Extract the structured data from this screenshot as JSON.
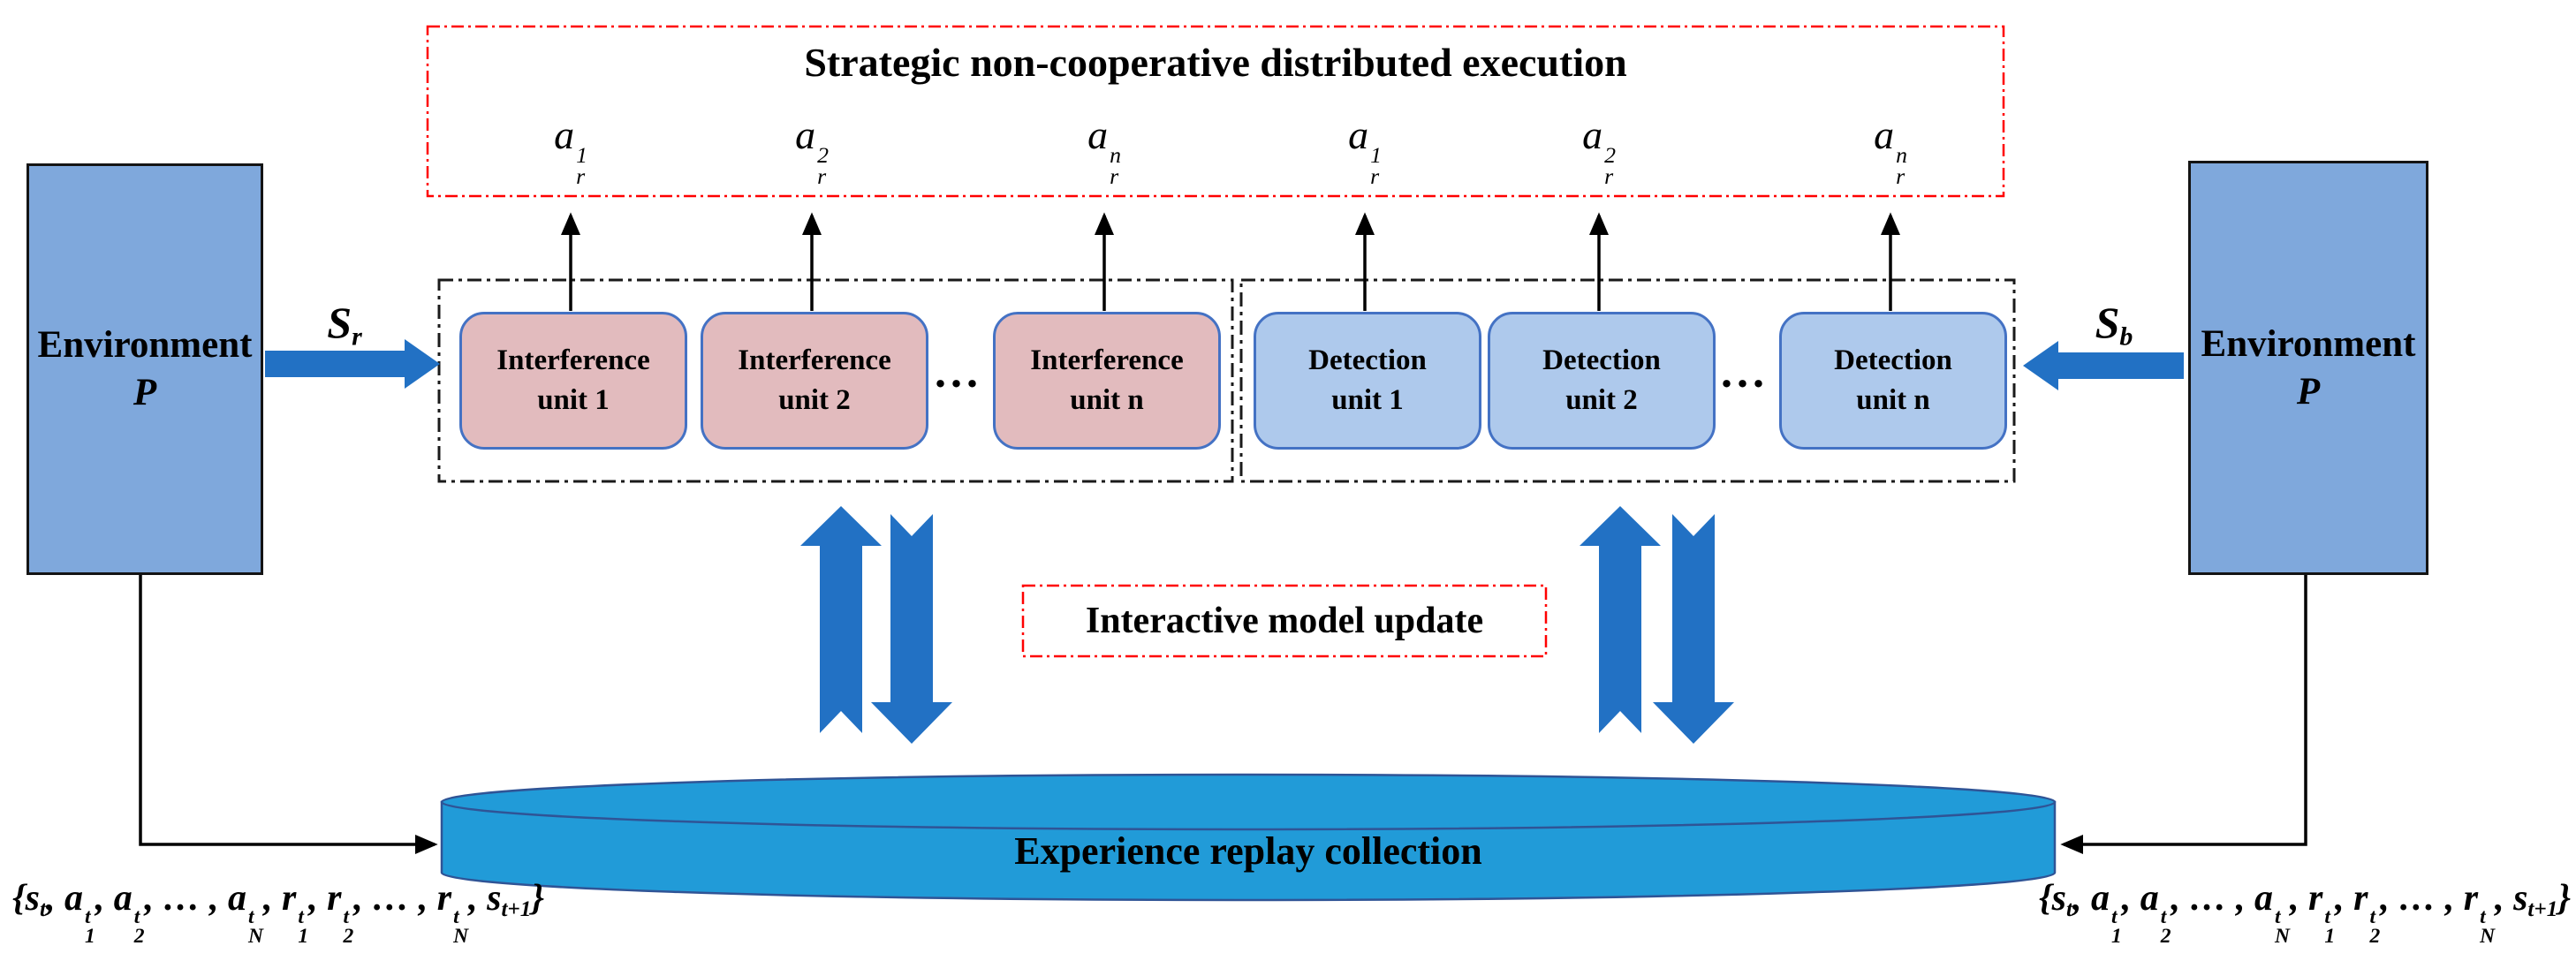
{
  "colors": {
    "environment_fill": "#7FA8DC",
    "interference_fill": "#E2BBBE",
    "detection_fill": "#AEC9EC",
    "unit_border": "#4472C4",
    "arrow_blue": "#2271C4",
    "cylinder_fill": "#219BD8",
    "cylinder_stroke": "#2F5496",
    "dashed_red": "#FF0000",
    "line_black": "#000000"
  },
  "top_box": {
    "title": "Strategic non-cooperative distributed execution"
  },
  "action_labels": [
    {
      "base": "a",
      "sup": "1",
      "sub": "r"
    },
    {
      "base": "a",
      "sup": "2",
      "sub": "r"
    },
    {
      "base": "a",
      "sup": "n",
      "sub": "r"
    },
    {
      "base": "a",
      "sup": "1",
      "sub": "r"
    },
    {
      "base": "a",
      "sup": "2",
      "sub": "r"
    },
    {
      "base": "a",
      "sup": "n",
      "sub": "r"
    }
  ],
  "environments": {
    "left": {
      "title": "Environment",
      "symbol": "P"
    },
    "right": {
      "title": "Environment",
      "symbol": "P"
    }
  },
  "state_arrows": {
    "left_label": {
      "base": "S",
      "sub": "r"
    },
    "right_label": {
      "base": "S",
      "sub": "b"
    }
  },
  "interference_units": [
    {
      "line1": "Interference",
      "line2": "unit 1"
    },
    {
      "line1": "Interference",
      "line2": "unit 2"
    },
    {
      "line1": "Interference",
      "line2": "unit n"
    }
  ],
  "detection_units": [
    {
      "line1": "Detection",
      "line2": "unit 1"
    },
    {
      "line1": "Detection",
      "line2": "unit 2"
    },
    {
      "line1": "Detection",
      "line2": "unit n"
    }
  ],
  "ellipsis": "...",
  "update_box_label": "Interactive model update",
  "replay_label": "Experience replay collection",
  "experience_tuple": {
    "text": "{s_t, a_1^t, a_2^t, ..., a_N^t, r_1^t, r_2^t, ..., r_N^t, s_t+1}",
    "tokens": [
      {
        "base": "{s",
        "sub": "t",
        "sep": ", "
      },
      {
        "base": "a",
        "sup": "t",
        "sub": "1",
        "sep": ", "
      },
      {
        "base": "a",
        "sup": "t",
        "sub": "2",
        "sep": ", … , "
      },
      {
        "base": "a",
        "sup": "t",
        "sub": "N",
        "sep": ", "
      },
      {
        "base": "r",
        "sup": "t",
        "sub": "1",
        "sep": ", "
      },
      {
        "base": "r",
        "sup": "t",
        "sub": "2",
        "sep": ", … , "
      },
      {
        "base": "r",
        "sup": "t",
        "sub": "N",
        "sep": ", "
      },
      {
        "base": "s",
        "sub": "t+1",
        "sep": "}"
      }
    ]
  }
}
